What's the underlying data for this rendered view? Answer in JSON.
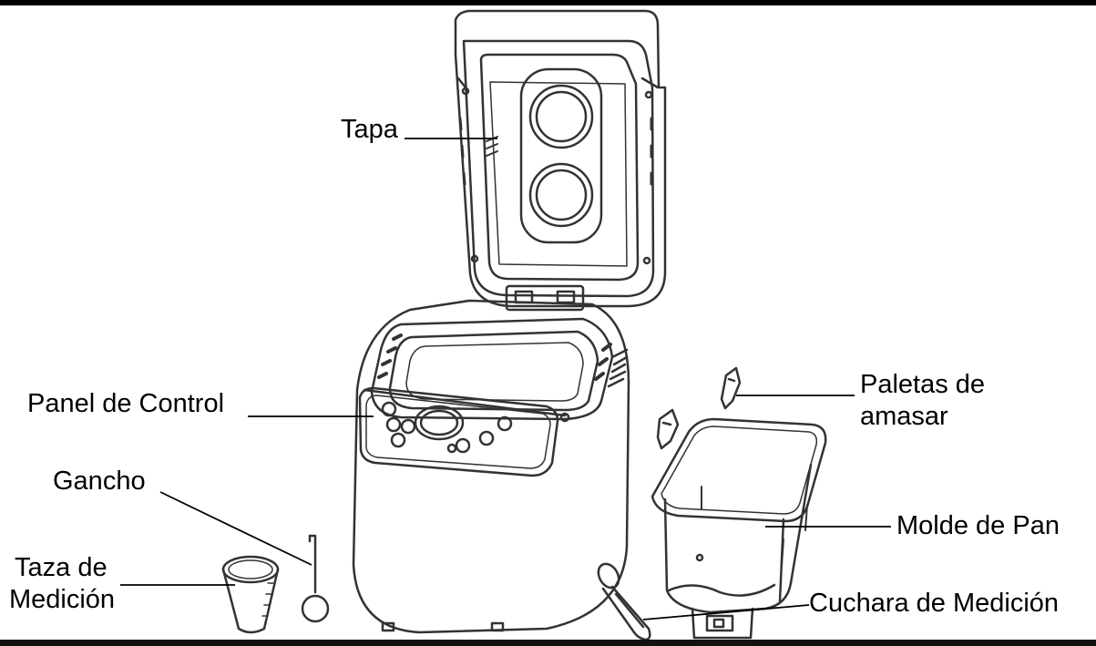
{
  "labels": {
    "lid": "Tapa",
    "control_panel": "Panel de Control",
    "hook": "Gancho",
    "measuring_cup_line1": "Taza de",
    "measuring_cup_line2": "Medición",
    "kneading_paddles_line1": "Paletas de",
    "kneading_paddles_line2": "amasar",
    "bread_pan": "Molde de Pan",
    "measuring_spoon": "Cuchara de Medición"
  },
  "colors": {
    "line": "#000000",
    "outline": "#333333",
    "background": "#ffffff"
  }
}
